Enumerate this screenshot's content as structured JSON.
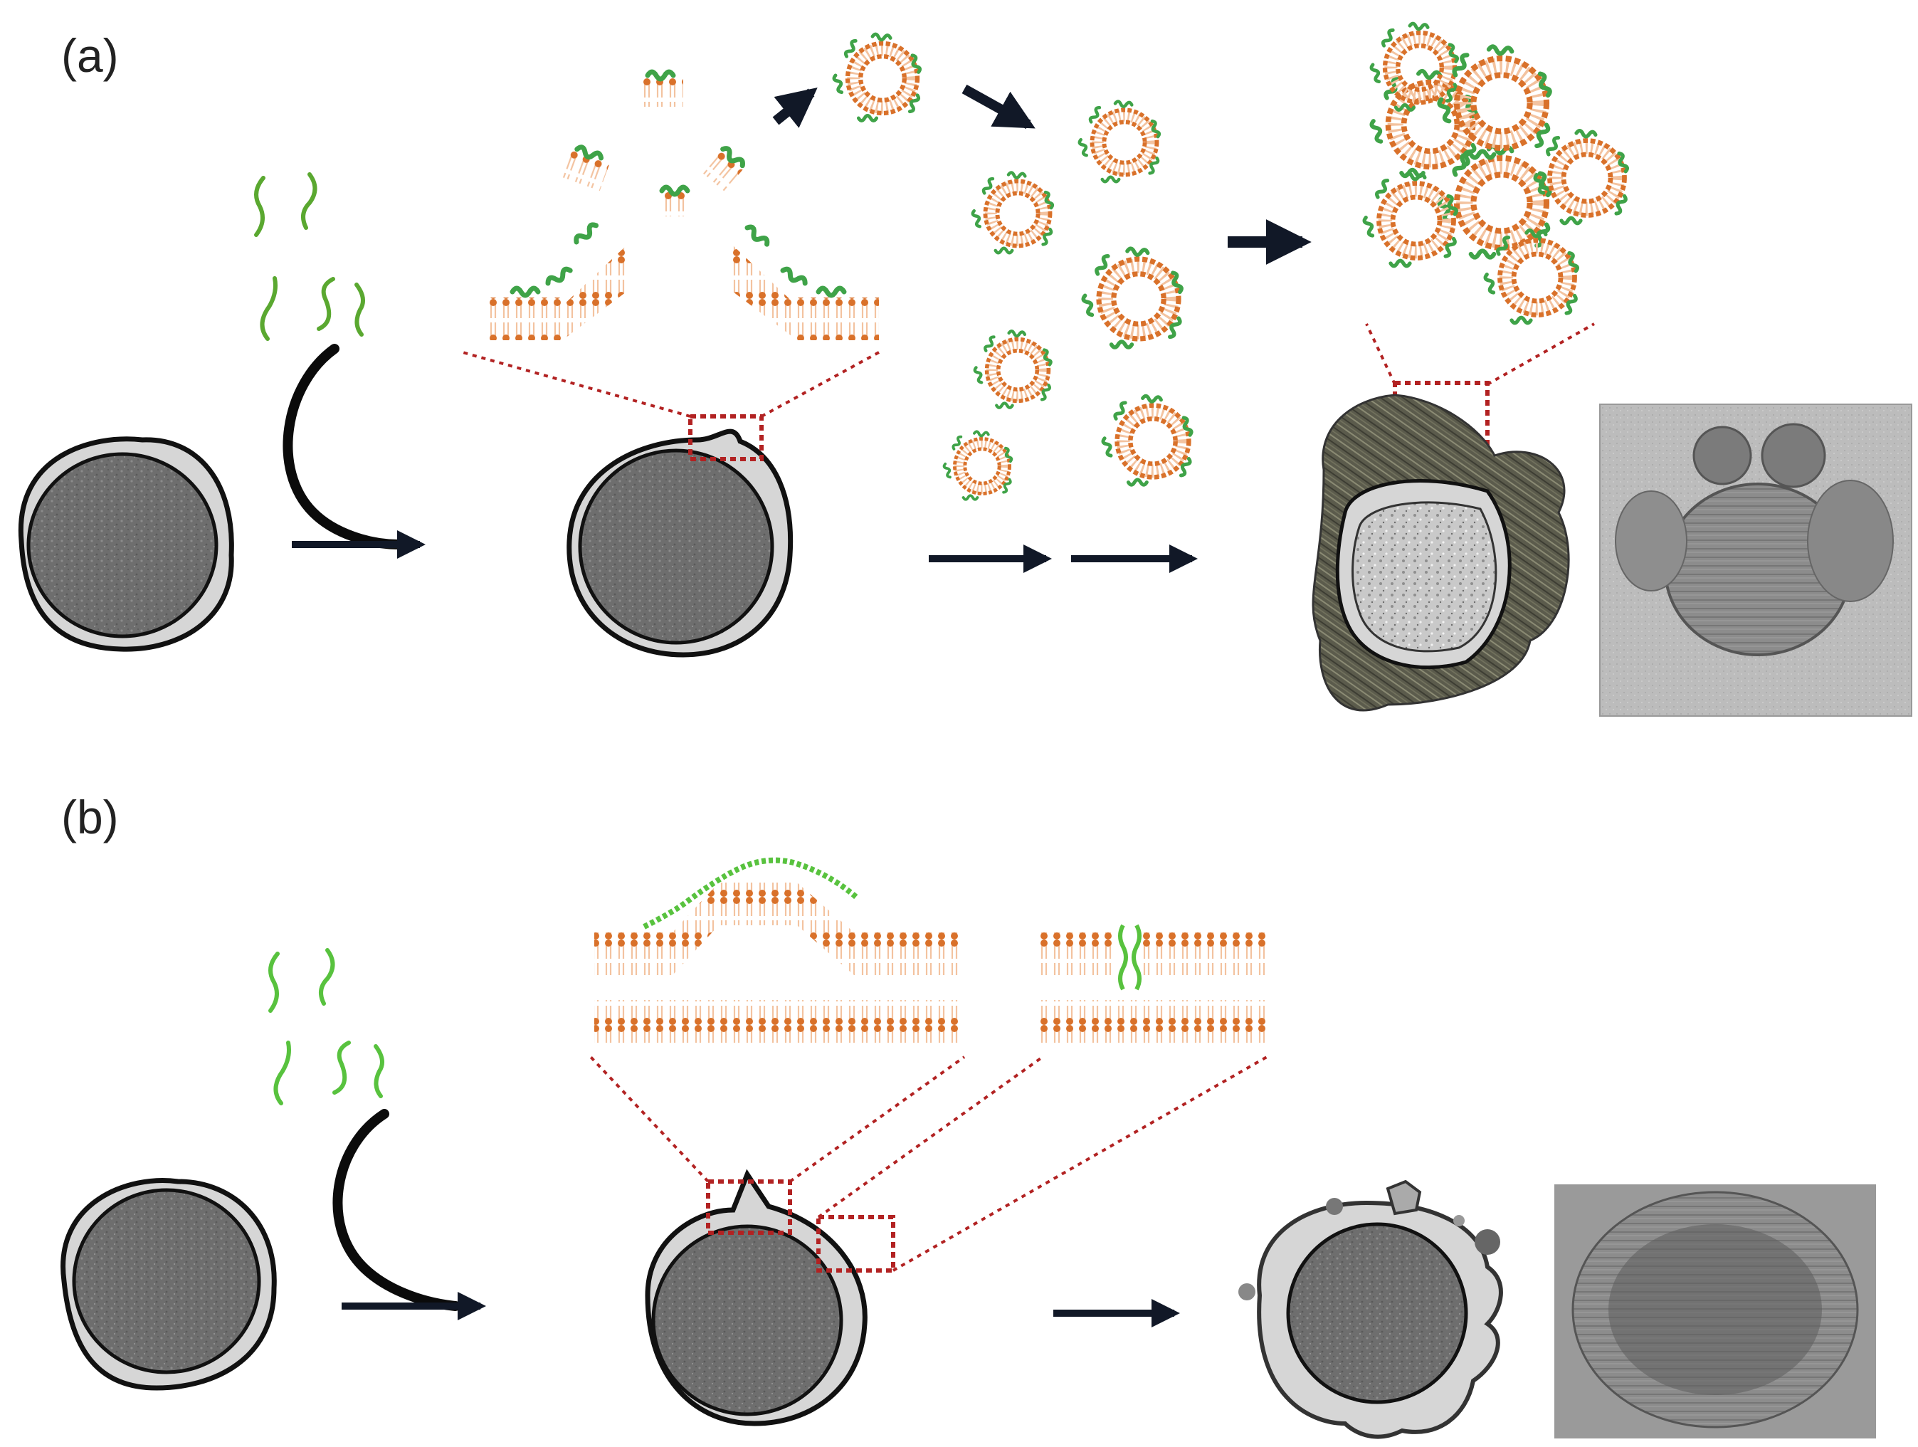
{
  "panels": [
    {
      "id": "a",
      "label": "(a)"
    },
    {
      "id": "b",
      "label": "(b)"
    }
  ],
  "colors": {
    "peptide_green": "#3fa348",
    "peptide_green_light": "#6fcf5a",
    "lipid_head": "#d9712a",
    "lipid_tail": "#f3c3a0",
    "membrane_outline": "#111111",
    "cell_envelope": "#d6d6d6",
    "cytoplasm": "#6f6f6f",
    "zoom_box": "#b22222",
    "arrow": "#111827",
    "debris": "#55554a"
  },
  "icons": [
    "antimicrobial-peptide-icon",
    "bacterial-cell-icon",
    "micelle-icon",
    "lipid-bilayer-icon",
    "tem-micrograph"
  ]
}
